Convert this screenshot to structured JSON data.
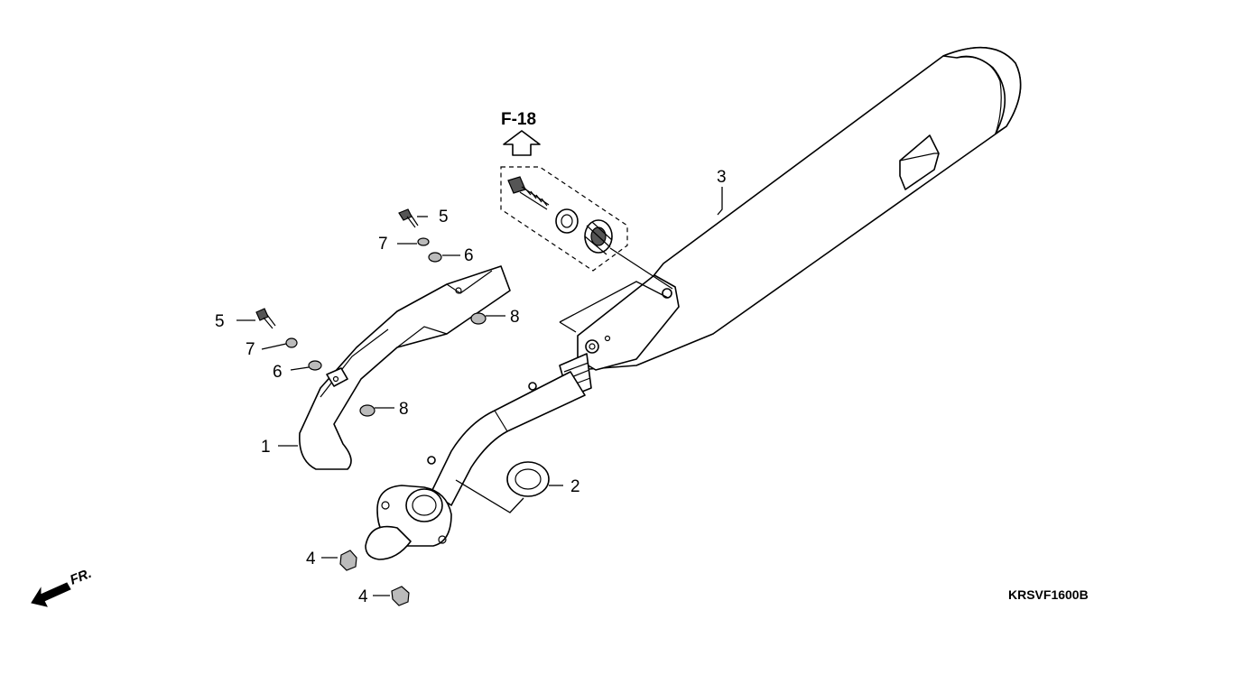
{
  "diagram": {
    "reference_page": "F-18",
    "drawing_code": "KRSVF1600B",
    "direction_label": "FR.",
    "callouts": [
      {
        "id": "c1",
        "number": "1"
      },
      {
        "id": "c2",
        "number": "2"
      },
      {
        "id": "c3",
        "number": "3"
      },
      {
        "id": "c4a",
        "number": "4"
      },
      {
        "id": "c4b",
        "number": "4"
      },
      {
        "id": "c5a",
        "number": "5"
      },
      {
        "id": "c5b",
        "number": "5"
      },
      {
        "id": "c6a",
        "number": "6"
      },
      {
        "id": "c6b",
        "number": "6"
      },
      {
        "id": "c7a",
        "number": "7"
      },
      {
        "id": "c7b",
        "number": "7"
      },
      {
        "id": "c8a",
        "number": "8"
      },
      {
        "id": "c8b",
        "number": "8"
      }
    ]
  }
}
